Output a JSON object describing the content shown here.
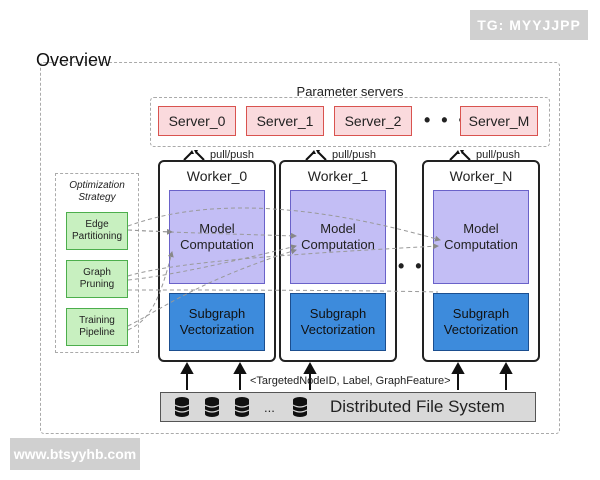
{
  "watermark_top": "TG: MYYJJPP",
  "watermark_bottom": "www.btsyyhb.com",
  "overview_title": "Overview",
  "parameter_servers": {
    "label": "Parameter servers",
    "servers": [
      "Server_0",
      "Server_1",
      "Server_2",
      "Server_M"
    ],
    "ellipsis": "• • •"
  },
  "pull_push_label": "pull/push",
  "workers": [
    {
      "title": "Worker_0",
      "model": "Model Computation",
      "subgraph": "Subgraph Vectorization"
    },
    {
      "title": "Worker_1",
      "model": "Model Computation",
      "subgraph": "Subgraph Vectorization"
    },
    {
      "title": "Worker_N",
      "model": "Model Computation",
      "subgraph": "Subgraph Vectorization"
    }
  ],
  "worker_ellipsis": "• • •",
  "optimization": {
    "title": "Optimization Strategy",
    "strategies": [
      "Edge Partitioning",
      "Graph Pruning",
      "Training Pipeline"
    ]
  },
  "dfs": {
    "label": "Distributed File System",
    "ellipsis": "..."
  },
  "edge_label": "<TargetedNodeID, Label, GraphFeature>",
  "colors": {
    "server_fill": "#fadadd",
    "server_border": "#d9534f",
    "model_fill": "#c3bef5",
    "subgraph_fill": "#3d8bdc",
    "strategy_fill": "#c8f0c0",
    "dfs_fill": "#d9d9d9"
  },
  "icons": [
    "database-icon",
    "bidirectional-arrow-icon"
  ]
}
